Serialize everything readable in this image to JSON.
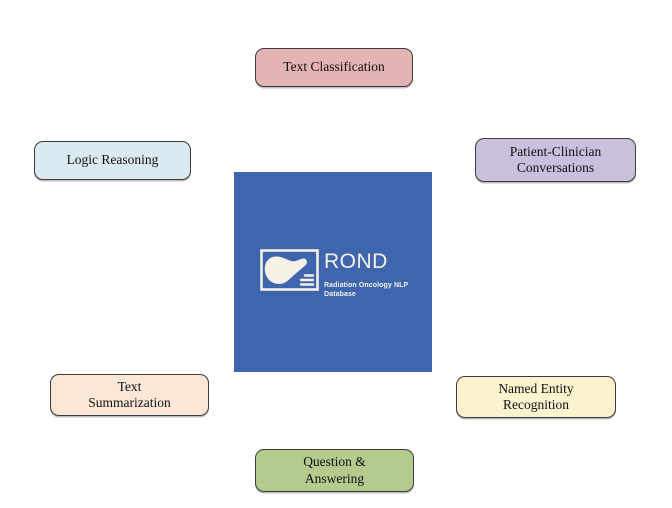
{
  "figure": {
    "center": {
      "acronym": "ROND",
      "subtitle": "Radiation Oncology NLP Database",
      "bg_color": "#3E65AE",
      "logo_icon": "liver-document-icon",
      "logo_color": "#F5F1E6"
    },
    "nodes": [
      {
        "id": "text-classification",
        "label": "Text Classification",
        "lines": [
          "Text Classification"
        ],
        "color": "#E4B3B3"
      },
      {
        "id": "logic-reasoning",
        "label": "Logic Reasoning",
        "lines": [
          "Logic Reasoning"
        ],
        "color": "#D9EAF1"
      },
      {
        "id": "patient-clinician-conversations",
        "label": "Patient-Clinician Conversations",
        "lines": [
          "Patient-Clinician",
          "Conversations"
        ],
        "color": "#C8C0DC"
      },
      {
        "id": "text-summarization",
        "label": "Text Summarization",
        "lines": [
          "Text",
          "Summarization"
        ],
        "color": "#FBE7D8"
      },
      {
        "id": "named-entity-recognition",
        "label": "Named Entity Recognition",
        "lines": [
          "Named Entity",
          "Recognition"
        ],
        "color": "#FBF2CE"
      },
      {
        "id": "question-answering",
        "label": "Question & Answering",
        "lines": [
          "Question &",
          "Answering"
        ],
        "color": "#B4CB8D"
      }
    ]
  }
}
